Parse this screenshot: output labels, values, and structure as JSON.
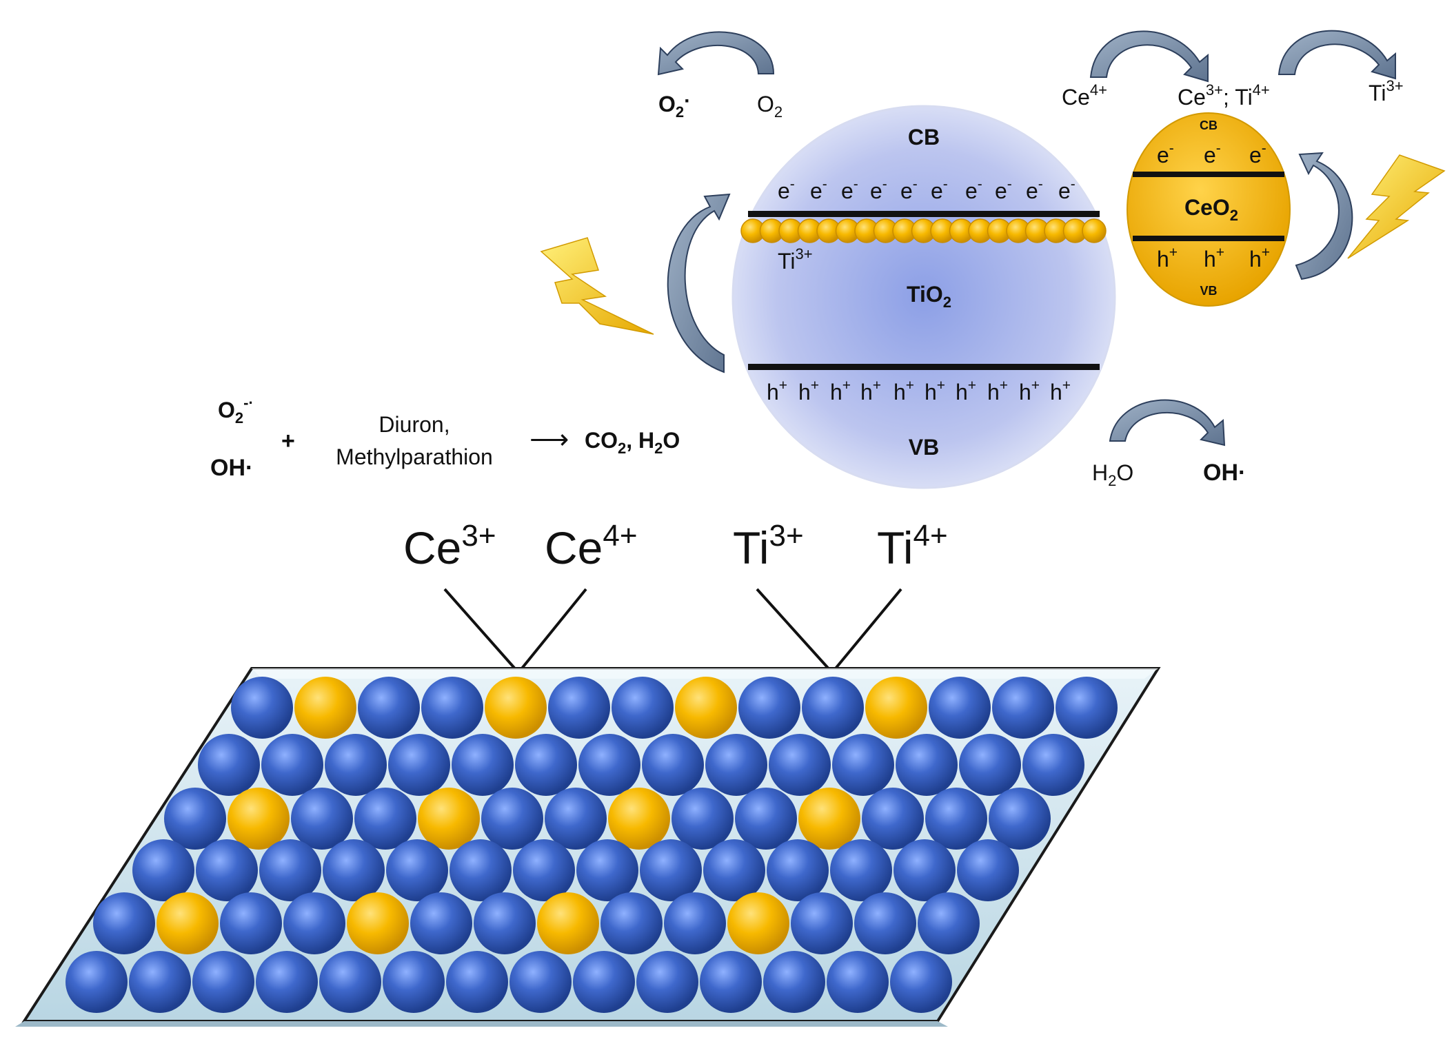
{
  "labels": {
    "o2_radical_top": "O",
    "o2_radical_top_sub": "2",
    "o2_radical_top_dot": "·",
    "o2_top": "O",
    "o2_top_sub": "2",
    "cb": "CB",
    "vb": "VB",
    "tio2": "TiO",
    "tio2_sub": "2",
    "ti3_inner": "Ti",
    "ti3_inner_sup": "3+",
    "ce4_top": "Ce",
    "ce4_top_sup": "4+",
    "ce3_ti4_a": "Ce",
    "ce3_ti4_a_sup": "3+",
    "ce3_ti4_b": "; Ti",
    "ce3_ti4_b_sup": "4+",
    "ti3_top": "Ti",
    "ti3_top_sup": "3+",
    "ceo2": "CeO",
    "ceo2_sub": "2",
    "ceo2_cb": "CB",
    "ceo2_vb": "VB",
    "electron": "e",
    "electron_sup": "-",
    "hole": "h",
    "hole_sup": "+",
    "o2_anion": "O",
    "o2_anion_sub": "2",
    "o2_anion_sup": "-·",
    "oh_left": "OH·",
    "plus": "+",
    "pollutant_line1": "Diuron,",
    "pollutant_line2": "Methylparathion",
    "products_arrow": "⟶",
    "products": "CO",
    "products_sub": "2",
    "products_mid": ", H",
    "products_sub2": "2",
    "products_end": "O",
    "h2o": "H",
    "h2o_sub": "2",
    "h2o_end": "O",
    "oh_right": "OH·",
    "surface_ce3": "Ce",
    "surface_ce3_sup": "3+",
    "surface_ce4": "Ce",
    "surface_ce4_sup": "4+",
    "surface_ti3": "Ti",
    "surface_ti3_sup": "3+",
    "surface_ti4": "Ti",
    "surface_ti4_sup": "4+"
  },
  "colors": {
    "tio2_sphere": "#b7c0ec",
    "ceo2_sphere": "#f5b400",
    "blue_atom": "#3a62c4",
    "yellow_atom": "#f5b800",
    "arrow_fill": "#7f93ab",
    "arrow_stroke": "#2d3f5c",
    "lightning": "#f7c600",
    "plate": "#cfe4ee"
  },
  "icons": [
    "curved-arrow-icon",
    "lightning-icon"
  ]
}
